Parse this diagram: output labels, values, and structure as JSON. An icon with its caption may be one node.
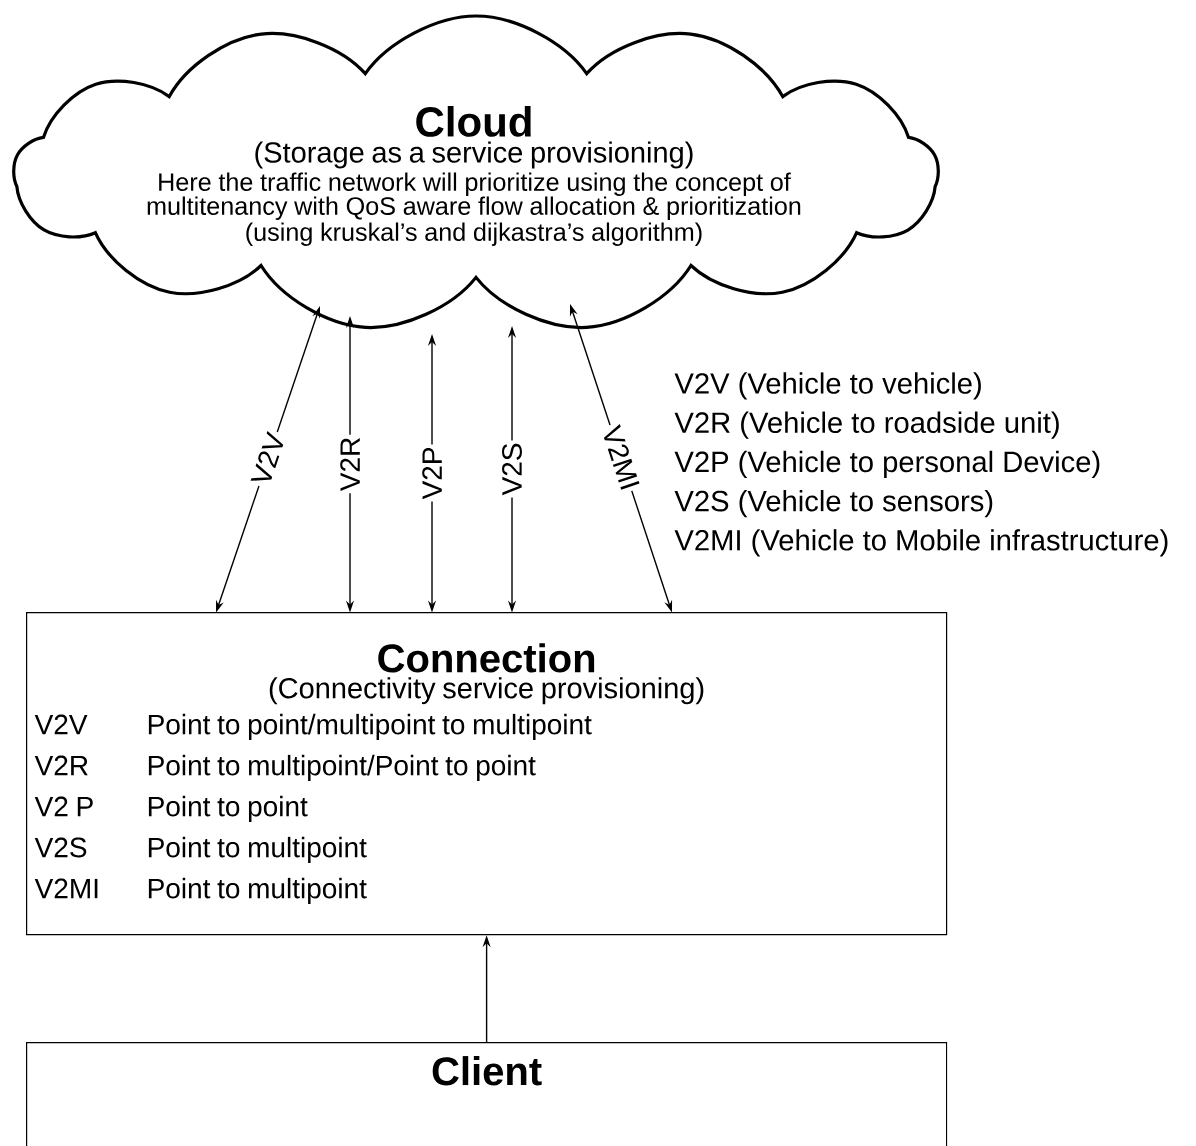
{
  "diagram": {
    "nodes": [
      {
        "text": [
          "Cloud",
          "(Storage as a service provisioning)",
          "Here the traffic network will prioritize using the concept of multitenancy with QoS  aware flow allocation & prioritization",
          "(using kruskal’s and dijkastra’s algorithm)"
        ]
      },
      {
        "text": [
          "Connection",
          "(Connectivity service provisioning)",
          "V2V",
          "Point to point/multipoint to multipoint",
          "V2R",
          "Point to multipoint/Point to point",
          "V2 P",
          "Point to point",
          "V2S",
          "Point to multipoint",
          "V2MI",
          "Point to multipoint"
        ]
      },
      {
        "text": [
          "Client"
        ]
      }
    ],
    "edges": [
      {
        "from": 0,
        "to": 1,
        "arrow": "both",
        "label": "V2V"
      },
      {
        "from": 0,
        "to": 1,
        "arrow": "both",
        "label": "V2R"
      },
      {
        "from": 0,
        "to": 1,
        "arrow": "both",
        "label": "V2P"
      },
      {
        "from": 0,
        "to": 1,
        "arrow": "both",
        "label": "V2S"
      },
      {
        "from": 0,
        "to": 1,
        "arrow": "both",
        "label": "V2MI"
      },
      {
        "from": 2,
        "to": 1,
        "arrow": "to"
      }
    ],
    "labels": [
      "V2V (Vehicle to vehicle)",
      "V2R (Vehicle to roadside unit)",
      "V2P (Vehicle to personal Device)",
      "V2S (Vehicle to sensors)",
      "V2MI (Vehicle to Mobile infrastructure)"
    ]
  }
}
